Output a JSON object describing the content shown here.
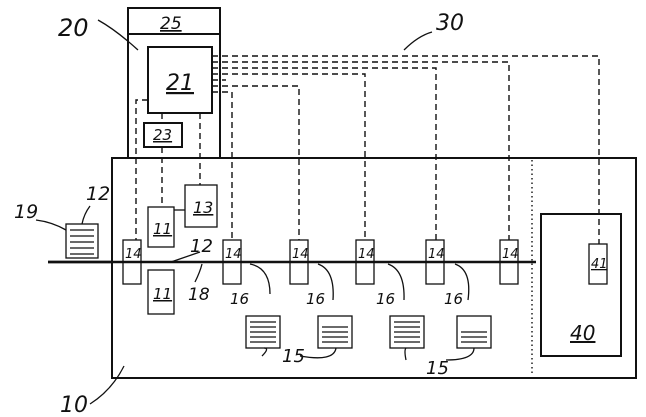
{
  "labels": {
    "l10": "10",
    "l11a": "11",
    "l11b": "11",
    "l12a": "12",
    "l12b": "12",
    "l13": "13",
    "l14_1": "14",
    "l14_2": "14",
    "l14_3": "14",
    "l14_4": "14",
    "l14_5": "14",
    "l14_6": "14",
    "l15a": "15",
    "l15b": "15",
    "l16a": "16",
    "l16b": "16",
    "l16c": "16",
    "l16d": "16",
    "l18": "18",
    "l19": "19",
    "l20": "20",
    "l21": "21",
    "l23": "23",
    "l25": "25",
    "l30": "30",
    "l40": "40",
    "l41": "41"
  }
}
